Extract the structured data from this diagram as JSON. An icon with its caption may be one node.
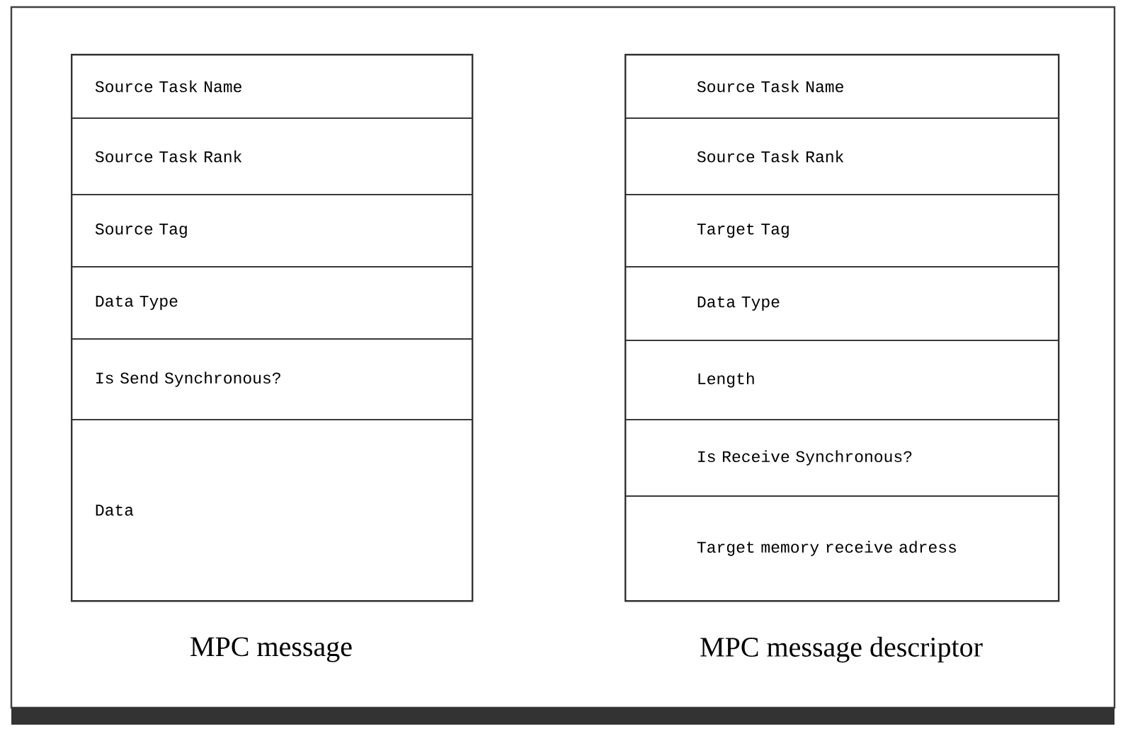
{
  "diagram": {
    "nodes": [
      {
        "text": [
          "MPC message"
        ]
      },
      {
        "text": [
          "Source Task Name"
        ],
        "in": 0
      },
      {
        "text": [
          "Source Task Rank"
        ],
        "in": 0
      },
      {
        "text": [
          "Source Tag"
        ],
        "in": 0
      },
      {
        "text": [
          "Data Type"
        ],
        "in": 0
      },
      {
        "text": [
          "Is Send Synchronous?"
        ],
        "in": 0
      },
      {
        "text": [
          "Data"
        ],
        "in": 0
      },
      {
        "text": [
          "MPC message descriptor"
        ]
      },
      {
        "text": [
          "Source Task Name"
        ],
        "in": 7
      },
      {
        "text": [
          "Source Task Rank"
        ],
        "in": 7
      },
      {
        "text": [
          "Target Tag"
        ],
        "in": 7
      },
      {
        "text": [
          "Data Type"
        ],
        "in": 7
      },
      {
        "text": [
          "Length"
        ],
        "in": 7
      },
      {
        "text": [
          "Is Receive Synchronous?"
        ],
        "in": 7
      },
      {
        "text": [
          "Target memory receive adress"
        ],
        "in": 7
      }
    ]
  }
}
